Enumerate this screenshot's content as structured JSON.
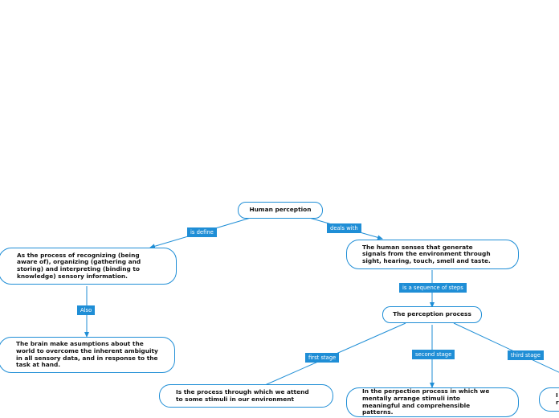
{
  "colors": {
    "accent": "#1f8ed6",
    "text": "#111111",
    "background": "#ffffff"
  },
  "nodes": {
    "root": "Human perception",
    "definition": "As the process of recognizing (being aware of), organizing (gathering and storing) and interpreting (binding to knowledge) sensory information.",
    "senses": "The human senses that generate signals from the environment through sight, hearing, touch, smell and taste.",
    "assumptions": "The brain make asumptions about the world to overcome the inherent ambiguity in all sensory data, and in response to the task at hand.",
    "process": "The perception process",
    "stage1": "Is the process through which we attend to some stimuli in our environment",
    "stage2": "In the perpection process in which we mentally arrange stimuli into meaningful and comprehensible patterns.",
    "stage3_partial": "I\nr"
  },
  "links": {
    "is_define": "is define",
    "deals_with": "deals with",
    "also": "Also",
    "sequence": "is a sequence of steps",
    "first_stage": "first stage",
    "second_stage": "second stage",
    "third_stage": "third stage"
  }
}
